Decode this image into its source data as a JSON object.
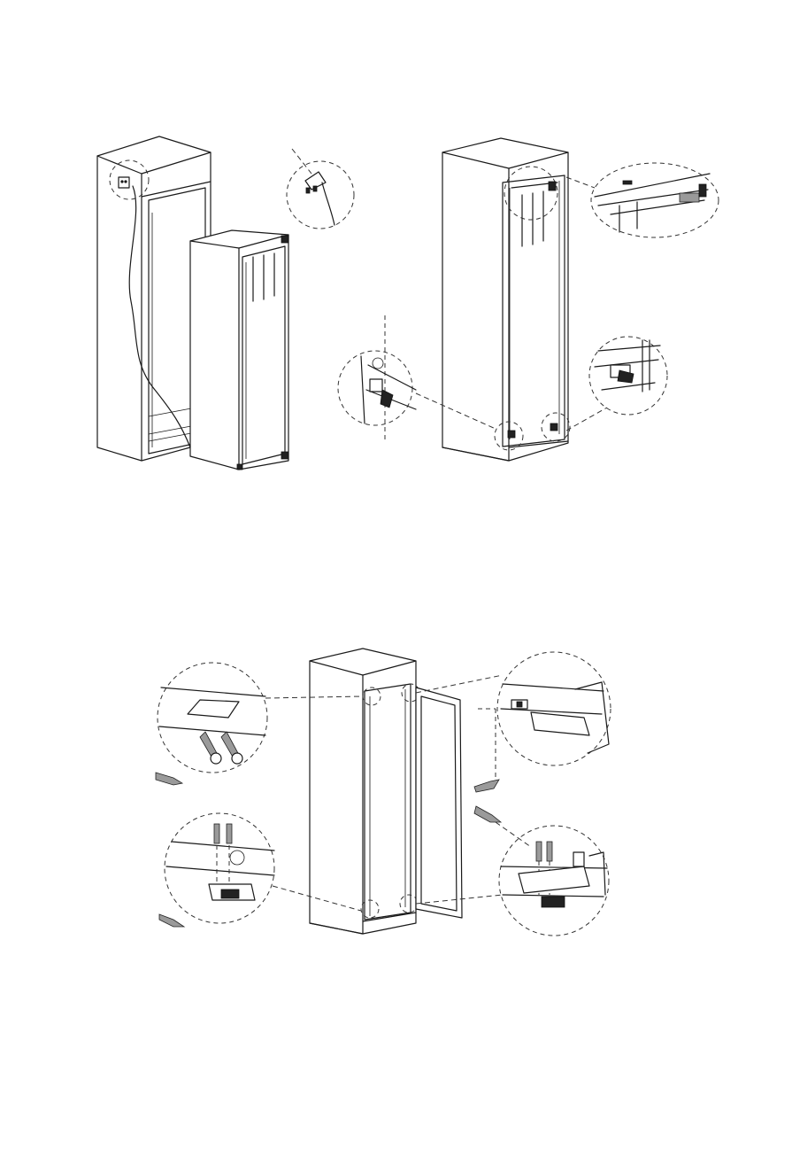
{
  "figure_1": {
    "parts": [
      "cabinet",
      "power-socket",
      "power-cord",
      "appliance",
      "plug-detail",
      "hinge-detail-top",
      "hinge-detail-bottom-left",
      "hinge-detail-bottom-right"
    ]
  },
  "figure_2": {
    "parts": [
      "cabinet",
      "open-door",
      "bracket-detail-top-left",
      "hinge-detail-top-right",
      "screw-detail-bottom-left",
      "hinge-detail-bottom-right",
      "screws"
    ]
  },
  "colors": {
    "line": "#1a1a1a",
    "background": "#ffffff",
    "fill_dark": "#222222"
  }
}
